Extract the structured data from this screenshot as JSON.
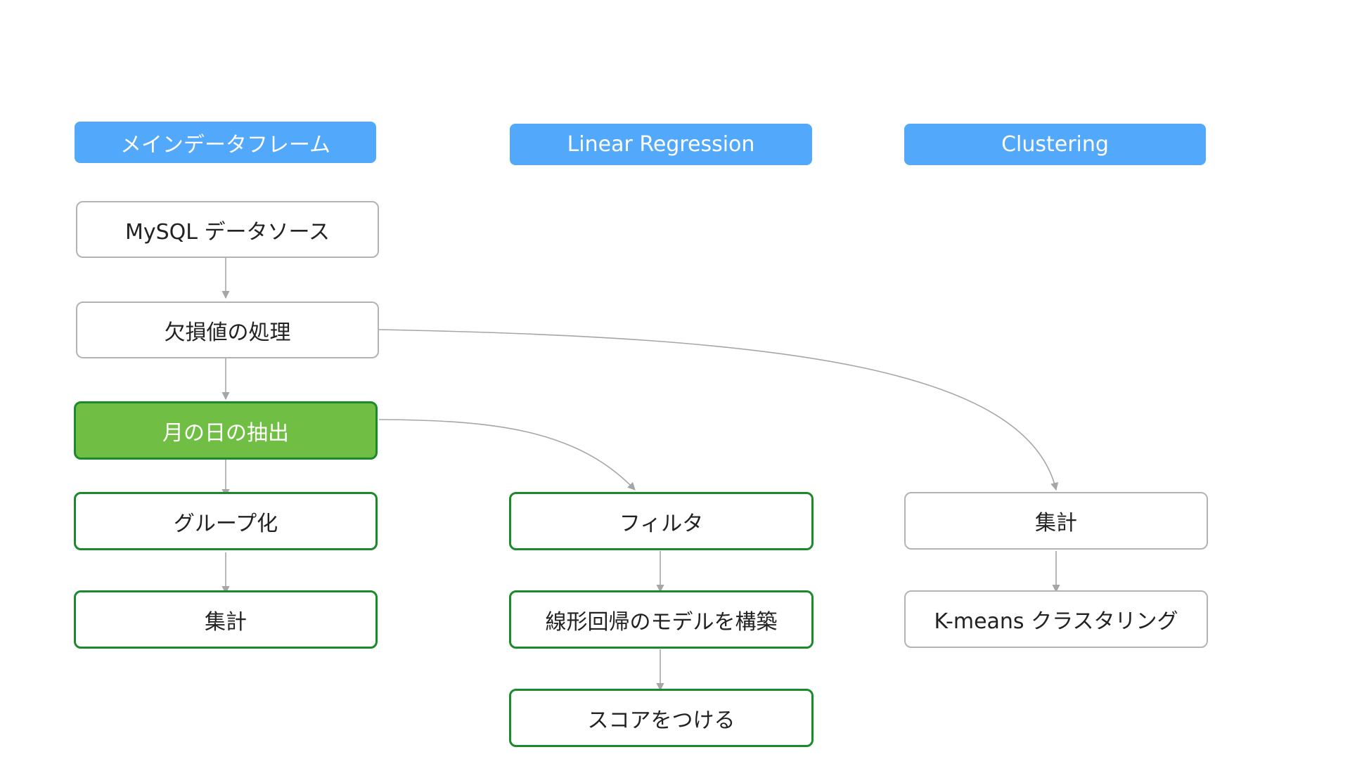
{
  "columns": {
    "main": {
      "title": "メインデータフレーム"
    },
    "regression": {
      "title": "Linear Regression"
    },
    "clustering": {
      "title": "Clustering"
    }
  },
  "nodes": {
    "mysql": "MySQL データソース",
    "missing": "欠損値の処理",
    "extract": "月の日の抽出",
    "group": "グループ化",
    "agg_main": "集計",
    "filter": "フィルタ",
    "build_model": "線形回帰のモデルを構築",
    "score": "スコアをつける",
    "agg_cluster": "集計",
    "kmeans": "K-means クラスタリング"
  },
  "colors": {
    "header_bg": "#52a8fa",
    "highlight_fill": "#71be44",
    "highlight_border": "#1a8a2b",
    "plain_border": "#b3b3b3",
    "edge": "#a6a6a6"
  }
}
